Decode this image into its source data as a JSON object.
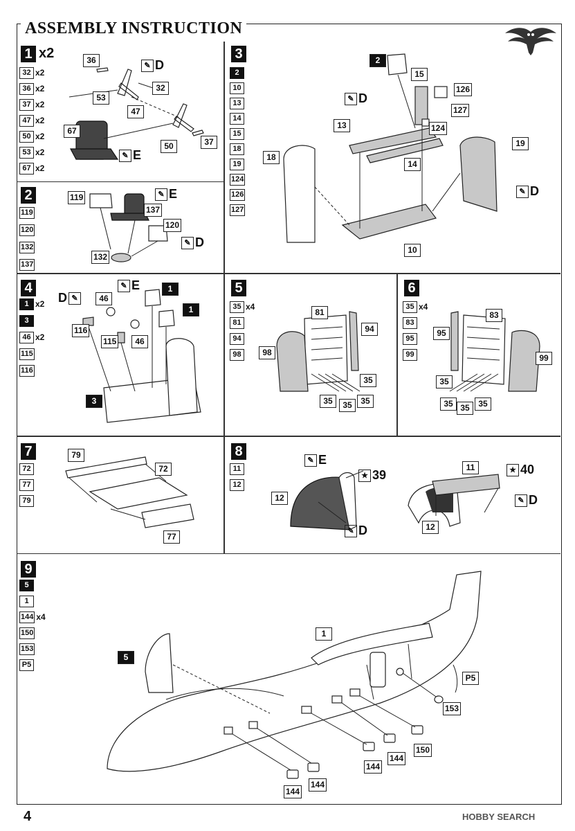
{
  "title": "ASSEMBLY INSTRUCTION",
  "page_number": "4",
  "watermark": "HOBBY SEARCH",
  "icons": {
    "logo": "owl-logo-icon",
    "paint": "brush-icon",
    "decal": "decal-icon"
  },
  "steps": [
    {
      "number": "1",
      "multiplier": "x2",
      "parts": [
        {
          "id": "32",
          "count": "x2"
        },
        {
          "id": "36",
          "count": "x2"
        },
        {
          "id": "37",
          "count": "x2"
        },
        {
          "id": "47",
          "count": "x2"
        },
        {
          "id": "50",
          "count": "x2"
        },
        {
          "id": "53",
          "count": "x2"
        },
        {
          "id": "67",
          "count": "x2"
        }
      ],
      "labels": [
        "36",
        "32",
        "53",
        "47",
        "67",
        "50",
        "37"
      ],
      "paint": [
        "D",
        "E"
      ]
    },
    {
      "number": "2",
      "parts": [
        {
          "id": "119"
        },
        {
          "id": "120"
        },
        {
          "id": "132"
        },
        {
          "id": "137"
        }
      ],
      "labels": [
        "119",
        "137",
        "120",
        "132"
      ],
      "paint": [
        "E",
        "D"
      ]
    },
    {
      "number": "3",
      "parts": [
        {
          "id": "2",
          "dark": true
        },
        {
          "id": "10"
        },
        {
          "id": "13"
        },
        {
          "id": "14"
        },
        {
          "id": "15"
        },
        {
          "id": "18"
        },
        {
          "id": "19"
        },
        {
          "id": "124"
        },
        {
          "id": "126"
        },
        {
          "id": "127"
        }
      ],
      "labels": [
        "2",
        "15",
        "126",
        "127",
        "13",
        "124",
        "18",
        "14",
        "19",
        "10"
      ],
      "paint": [
        "D",
        "D"
      ]
    },
    {
      "number": "4",
      "parts": [
        {
          "id": "1",
          "dark": true,
          "count": "x2"
        },
        {
          "id": "3",
          "dark": true
        },
        {
          "id": "46",
          "count": "x2"
        },
        {
          "id": "115"
        },
        {
          "id": "116"
        }
      ],
      "labels": [
        "46",
        "1",
        "1",
        "116",
        "115",
        "46",
        "3"
      ],
      "paint": [
        "D",
        "E"
      ]
    },
    {
      "number": "5",
      "parts": [
        {
          "id": "35",
          "count": "x4"
        },
        {
          "id": "81"
        },
        {
          "id": "94"
        },
        {
          "id": "98"
        }
      ],
      "labels": [
        "81",
        "94",
        "98",
        "35",
        "35",
        "35",
        "35"
      ]
    },
    {
      "number": "6",
      "parts": [
        {
          "id": "35",
          "count": "x4"
        },
        {
          "id": "83"
        },
        {
          "id": "95"
        },
        {
          "id": "99"
        }
      ],
      "labels": [
        "83",
        "95",
        "99",
        "35",
        "35",
        "35",
        "35"
      ]
    },
    {
      "number": "7",
      "parts": [
        {
          "id": "72"
        },
        {
          "id": "77"
        },
        {
          "id": "79"
        }
      ],
      "labels": [
        "79",
        "72",
        "77"
      ]
    },
    {
      "number": "8",
      "parts": [
        {
          "id": "11"
        },
        {
          "id": "12"
        }
      ],
      "labels": [
        "12",
        "11",
        "12"
      ],
      "paint": [
        "E",
        "D",
        "D"
      ],
      "decals": [
        "39",
        "40"
      ]
    },
    {
      "number": "9",
      "parts": [
        {
          "id": "5",
          "dark": true
        },
        {
          "id": "1"
        },
        {
          "id": "144",
          "count": "x4"
        },
        {
          "id": "150"
        },
        {
          "id": "153"
        },
        {
          "id": "P5"
        }
      ],
      "labels": [
        "1",
        "5",
        "P5",
        "153",
        "150",
        "144",
        "144",
        "144",
        "144"
      ]
    }
  ]
}
